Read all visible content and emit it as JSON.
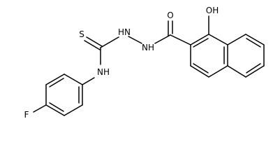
{
  "molecule": {
    "atoms": {
      "S": "S",
      "HN_hydrazide": "HN",
      "NH_hydrazide": "NH",
      "O": "O",
      "OH": "OH",
      "NH_aryl": "NH",
      "F": "F"
    }
  }
}
